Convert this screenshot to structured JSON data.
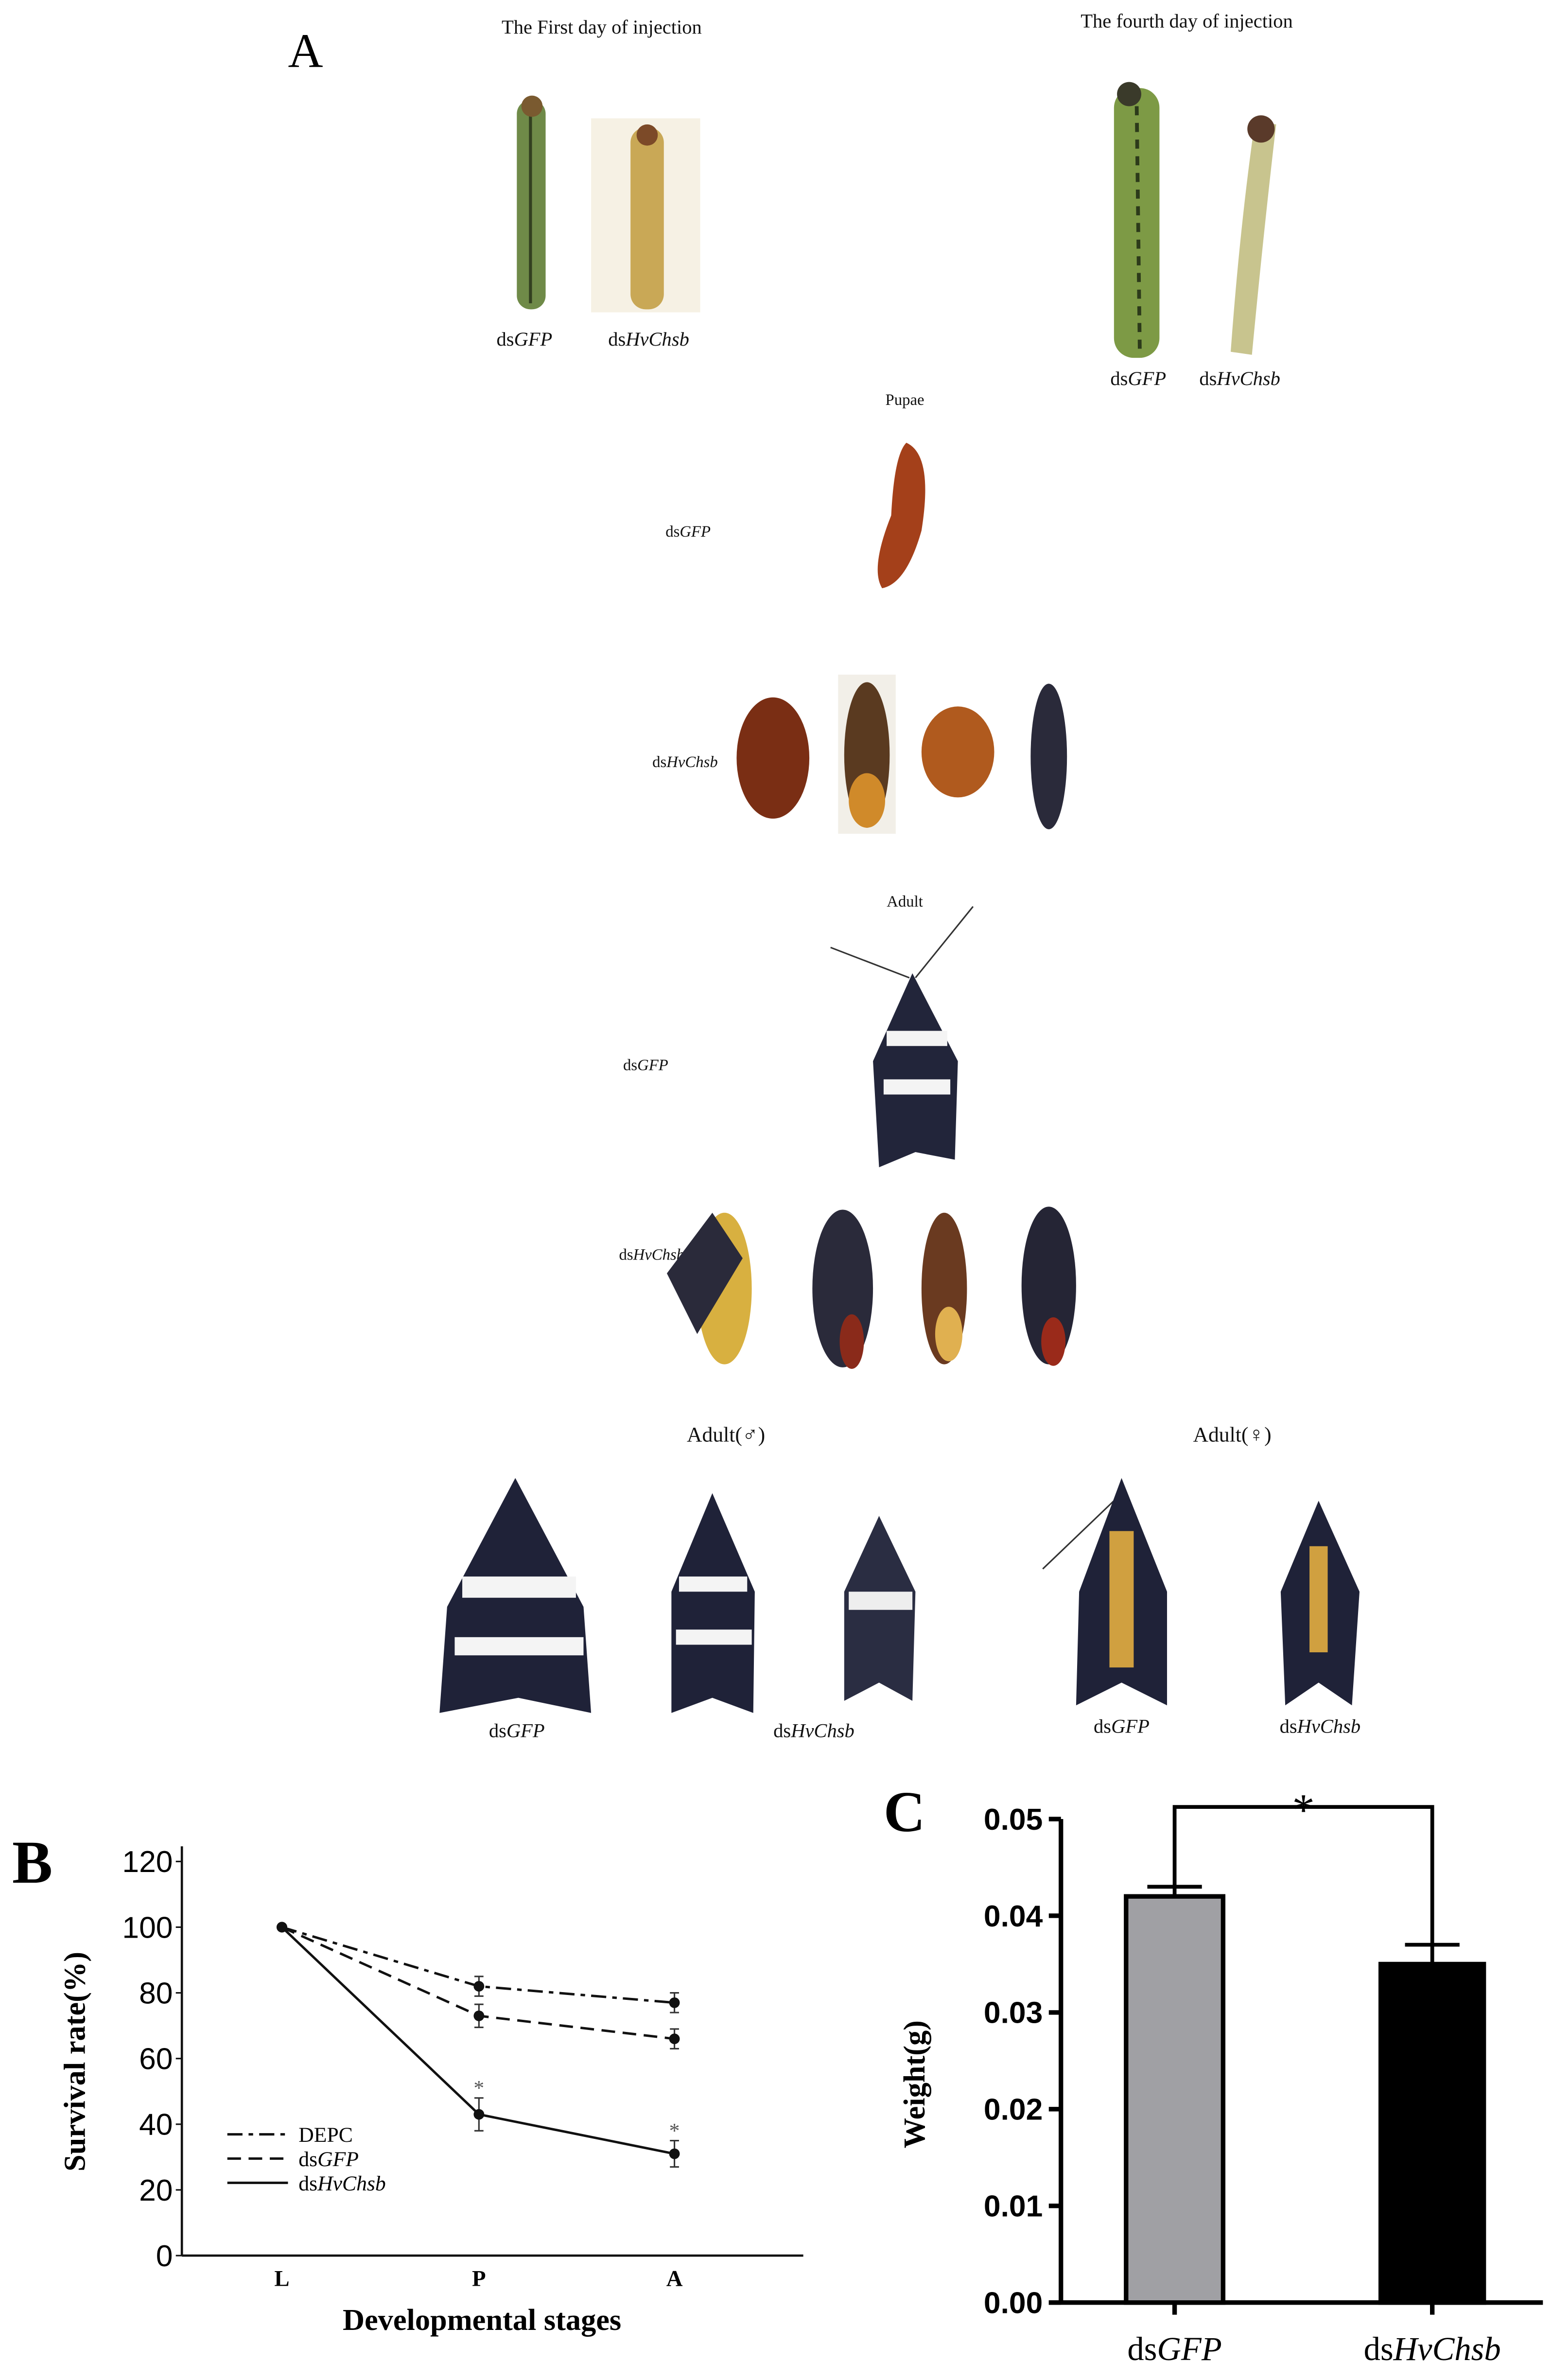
{
  "panel_a": {
    "letter": "A",
    "first_day_title": "The First day of injection",
    "fourth_day_title": "The fourth day of injection",
    "pupae_title": "Pupae",
    "adult_title": "Adult",
    "adult_male_title": "Adult(♂)",
    "adult_female_title": "Adult(♀)",
    "prefix": "ds",
    "gfp": "GFP",
    "chsb": "HvChsb"
  },
  "chart_data": [
    {
      "panel": "B",
      "type": "line",
      "xlabel": "Developmental stages",
      "ylabel": "Survival rate(%)",
      "categories": [
        "L",
        "P",
        "A"
      ],
      "ylim": [
        0,
        120
      ],
      "yticks": [
        0,
        20,
        40,
        60,
        80,
        100,
        120
      ],
      "grid": false,
      "legend_placement": "bottom-left",
      "series": [
        {
          "name": "DEPC",
          "style": "dash-dot",
          "values": [
            100,
            82,
            77
          ],
          "errors": [
            0,
            3,
            3
          ]
        },
        {
          "name": "dsGFP",
          "name_prefix": "ds",
          "name_italic": "GFP",
          "style": "dashed",
          "values": [
            100,
            73,
            66
          ],
          "errors": [
            0,
            3.5,
            3
          ]
        },
        {
          "name": "dsHvChsb",
          "name_prefix": "ds",
          "name_italic": "HvChsb",
          "style": "solid",
          "values": [
            100,
            43,
            31
          ],
          "errors": [
            0,
            5,
            4
          ]
        }
      ],
      "annotations": [
        {
          "category": "P",
          "series": "dsHvChsb",
          "text": "*"
        },
        {
          "category": "A",
          "series": "dsHvChsb",
          "text": "*"
        }
      ]
    },
    {
      "panel": "C",
      "type": "bar",
      "ylabel": "Weight(g)",
      "categories": [
        "dsGFP",
        "dsHvChsb"
      ],
      "category_prefix": "ds",
      "category_italic": [
        "GFP",
        "HvChsb"
      ],
      "values": [
        0.042,
        0.035
      ],
      "errors": [
        0.001,
        0.002
      ],
      "colors": [
        "#a0a0a4",
        "#000000"
      ],
      "ylim": [
        0,
        0.05
      ],
      "yticks": [
        "0.00",
        "0.01",
        "0.02",
        "0.03",
        "0.04",
        "0.05"
      ],
      "grid": false,
      "significance": "*"
    }
  ]
}
